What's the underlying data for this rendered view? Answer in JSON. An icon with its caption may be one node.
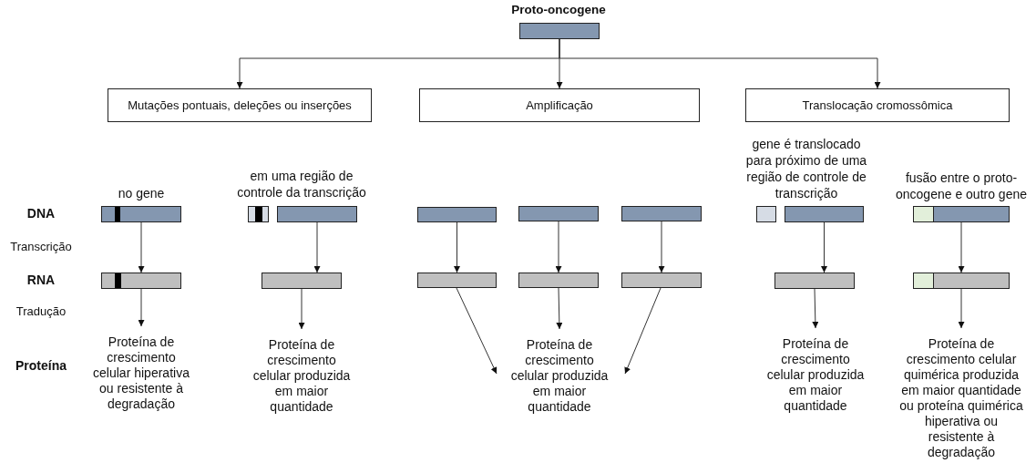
{
  "diagram": {
    "nodes": [
      {
        "text": [
          "Proto-oncogene"
        ]
      },
      {
        "text": [
          "Mutações pontuais, deleções ou inserções"
        ]
      },
      {
        "text": [
          "Amplificação"
        ]
      },
      {
        "text": [
          "Translocação cromossômica"
        ]
      },
      {
        "text": [
          "no gene"
        ]
      },
      {
        "text": [],
        "shape": "bar"
      },
      {
        "text": [
          "Proteína de crescimento celular hiperativa ou resistente à degradação"
        ]
      },
      {
        "text": [],
        "shape": "bar"
      },
      {
        "text": [
          "em uma região de controle da transcrição"
        ]
      },
      {
        "text": [],
        "shape": "bar"
      },
      {
        "text": [
          "Proteína de crescimento celular produzida em maior quantidade"
        ]
      },
      {
        "text": [],
        "shape": "bar"
      },
      {
        "text": [],
        "shape": "bar"
      },
      {
        "text": [],
        "shape": "bar"
      },
      {
        "text": [],
        "shape": "bar"
      },
      {
        "text": [],
        "shape": "bar"
      },
      {
        "text": [],
        "shape": "bar"
      },
      {
        "text": [
          "Proteína de crescimento celular produzida em maior quantidade"
        ]
      },
      {
        "text": [],
        "shape": "bar"
      },
      {
        "text": [
          "gene é translocado para próximo de uma região de controle de transcrição"
        ]
      },
      {
        "text": [],
        "shape": "bar"
      },
      {
        "text": [
          "Proteína de crescimento celular produzida em maior quantidade"
        ]
      },
      {
        "text": [
          "fusão entre o proto-oncogene e outro gene"
        ]
      },
      {
        "text": [],
        "shape": "bar"
      },
      {
        "text": [
          "Proteína de crescimento celular quimérica produzida em maior quantidade ou proteína quimérica hiperativa ou resistente à degradação"
        ]
      }
    ],
    "edges": [
      {
        "from": 0,
        "to": 1,
        "arrow": "to"
      },
      {
        "from": 0,
        "to": 2,
        "arrow": "to"
      },
      {
        "from": 0,
        "to": 3,
        "arrow": "to"
      },
      {
        "from": 4,
        "to": 5,
        "arrow": "to"
      },
      {
        "from": 5,
        "to": 6,
        "arrow": "to"
      },
      {
        "from": 8,
        "to": 9,
        "arrow": "to"
      },
      {
        "from": 9,
        "to": 10,
        "arrow": "to"
      },
      {
        "from": 11,
        "to": 14,
        "arrow": "to"
      },
      {
        "from": 12,
        "to": 15,
        "arrow": "to"
      },
      {
        "from": 13,
        "to": 16,
        "arrow": "to"
      },
      {
        "from": 14,
        "to": 17,
        "arrow": "to"
      },
      {
        "from": 15,
        "to": 17,
        "arrow": "to"
      },
      {
        "from": 16,
        "to": 17,
        "arrow": "to"
      },
      {
        "from": 19,
        "to": 20,
        "arrow": "to"
      },
      {
        "from": 20,
        "to": 21,
        "arrow": "to"
      },
      {
        "from": 22,
        "to": 23,
        "arrow": "to"
      },
      {
        "from": 23,
        "to": 24,
        "arrow": "to"
      }
    ],
    "labels": [
      "DNA",
      "Transcrição",
      "RNA",
      "Tradução",
      "Proteína"
    ]
  }
}
